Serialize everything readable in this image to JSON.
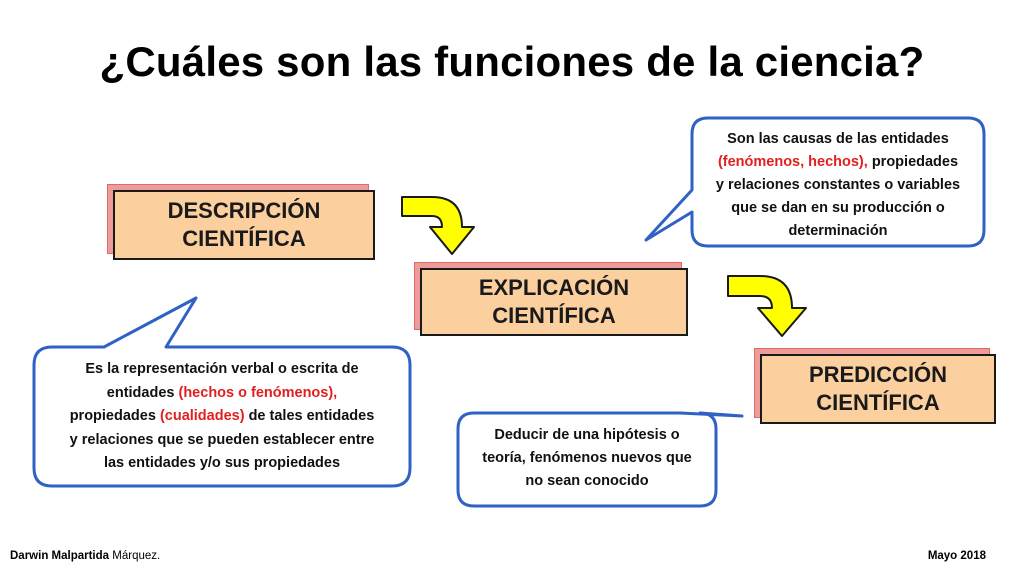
{
  "title": "¿Cuáles son las funciones de la ciencia?",
  "concepts": {
    "descripcion": {
      "line1": "DESCRIPCIÓN",
      "line2": "CIENTÍFICA"
    },
    "explicacion": {
      "line1": "EXPLICACIÓN",
      "line2": "CIENTÍFICA"
    },
    "prediccion": {
      "line1": "PREDICCIÓN",
      "line2": "CIENTÍFICA"
    }
  },
  "callouts": {
    "explicacion": {
      "l1": "Son las causas de las entidades",
      "l2_red": "(fenómenos, hechos),",
      "l2": " propiedades",
      "l3": "y relaciones constantes o variables",
      "l4": "que se dan en su producción o",
      "l5": "determinación"
    },
    "descripcion": {
      "l1": "Es la representación verbal o escrita de",
      "l2": "entidades ",
      "l2_red": "(hechos o fenómenos),",
      "l3": "propiedades ",
      "l3_red": "(cualidades)",
      "l3b": " de tales entidades",
      "l4": "y relaciones que se pueden establecer entre",
      "l5": "las entidades y/o sus propiedades"
    },
    "prediccion": {
      "l1": "Deducir de una hipótesis o",
      "l2": "teoría, fenómenos nuevos que",
      "l3": "no sean conocido"
    }
  },
  "footer": {
    "author_bold": "Darwin Malpartida",
    "author_rest": " Márquez.",
    "date": "Mayo 2018"
  },
  "colors": {
    "box_fill": "#fbcf9e",
    "box_shadow": "#ee9c9a",
    "arrow": "#ffff00",
    "callout_border": "#2f62c4",
    "highlight": "#e31e1e"
  }
}
